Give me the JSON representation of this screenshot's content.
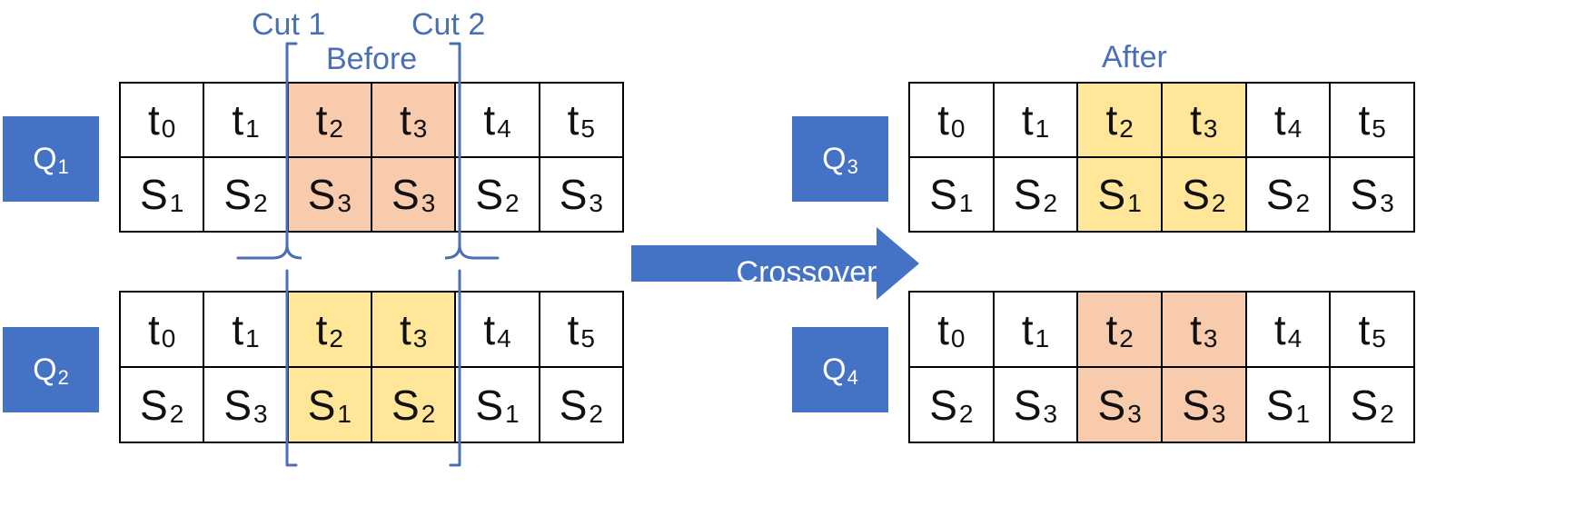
{
  "labels": {
    "cut1": "Cut 1",
    "cut2": "Cut 2",
    "before": "Before",
    "after": "After",
    "crossover": "Crossover"
  },
  "colors": {
    "q_box": "#4472c4",
    "arrow": "#4472c4",
    "label_text": "#4a6fb5",
    "highlight_orange": "#f8cbad",
    "highlight_yellow": "#ffe699"
  },
  "chromosomes": [
    {
      "id": "Q1",
      "name": "Q",
      "sub": "1",
      "tasks": [
        {
          "b": "t",
          "s": "0"
        },
        {
          "b": "t",
          "s": "1"
        },
        {
          "b": "t",
          "s": "2"
        },
        {
          "b": "t",
          "s": "3"
        },
        {
          "b": "t",
          "s": "4"
        },
        {
          "b": "t",
          "s": "5"
        }
      ],
      "servers": [
        {
          "b": "S",
          "s": "1"
        },
        {
          "b": "S",
          "s": "2"
        },
        {
          "b": "S",
          "s": "3"
        },
        {
          "b": "S",
          "s": "3"
        },
        {
          "b": "S",
          "s": "2"
        },
        {
          "b": "S",
          "s": "3"
        }
      ],
      "highlight": "orange"
    },
    {
      "id": "Q2",
      "name": "Q",
      "sub": "2",
      "tasks": [
        {
          "b": "t",
          "s": "0"
        },
        {
          "b": "t",
          "s": "1"
        },
        {
          "b": "t",
          "s": "2"
        },
        {
          "b": "t",
          "s": "3"
        },
        {
          "b": "t",
          "s": "4"
        },
        {
          "b": "t",
          "s": "5"
        }
      ],
      "servers": [
        {
          "b": "S",
          "s": "2"
        },
        {
          "b": "S",
          "s": "3"
        },
        {
          "b": "S",
          "s": "1"
        },
        {
          "b": "S",
          "s": "2"
        },
        {
          "b": "S",
          "s": "1"
        },
        {
          "b": "S",
          "s": "2"
        }
      ],
      "highlight": "yellow"
    },
    {
      "id": "Q3",
      "name": "Q",
      "sub": "3",
      "tasks": [
        {
          "b": "t",
          "s": "0"
        },
        {
          "b": "t",
          "s": "1"
        },
        {
          "b": "t",
          "s": "2"
        },
        {
          "b": "t",
          "s": "3"
        },
        {
          "b": "t",
          "s": "4"
        },
        {
          "b": "t",
          "s": "5"
        }
      ],
      "servers": [
        {
          "b": "S",
          "s": "1"
        },
        {
          "b": "S",
          "s": "2"
        },
        {
          "b": "S",
          "s": "1"
        },
        {
          "b": "S",
          "s": "2"
        },
        {
          "b": "S",
          "s": "2"
        },
        {
          "b": "S",
          "s": "3"
        }
      ],
      "highlight": "yellow"
    },
    {
      "id": "Q4",
      "name": "Q",
      "sub": "4",
      "tasks": [
        {
          "b": "t",
          "s": "0"
        },
        {
          "b": "t",
          "s": "1"
        },
        {
          "b": "t",
          "s": "2"
        },
        {
          "b": "t",
          "s": "3"
        },
        {
          "b": "t",
          "s": "4"
        },
        {
          "b": "t",
          "s": "5"
        }
      ],
      "servers": [
        {
          "b": "S",
          "s": "2"
        },
        {
          "b": "S",
          "s": "3"
        },
        {
          "b": "S",
          "s": "3"
        },
        {
          "b": "S",
          "s": "3"
        },
        {
          "b": "S",
          "s": "1"
        },
        {
          "b": "S",
          "s": "2"
        }
      ],
      "highlight": "orange"
    }
  ]
}
